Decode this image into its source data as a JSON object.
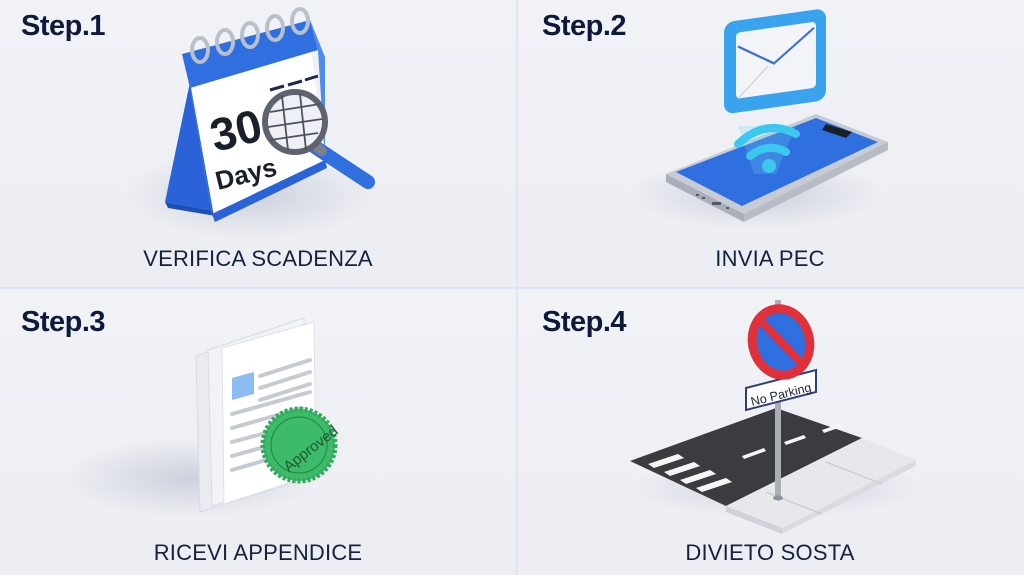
{
  "steps": [
    {
      "title": "Step.1",
      "label": "VERIFICA SCADENZA",
      "illustration": {
        "icon": "calendar-magnifier-icon",
        "calendar_number": "30",
        "calendar_unit": "Days"
      }
    },
    {
      "title": "Step.2",
      "label": "INVIA PEC",
      "illustration": {
        "icon": "phone-email-wifi-icon"
      }
    },
    {
      "title": "Step.3",
      "label": "RICEVI APPENDICE",
      "illustration": {
        "icon": "approved-document-icon",
        "stamp_text": "Approved"
      }
    },
    {
      "title": "Step.4",
      "label": "DIVIETO SOSTA",
      "illustration": {
        "icon": "no-parking-sign-icon",
        "sign_text": "No Parking"
      }
    }
  ],
  "colors": {
    "background": "#eef0f4",
    "divider": "#dbe6f6",
    "title": "#0e1a3a",
    "label": "#16213d",
    "accent_blue": "#2f6fe0",
    "stamp_green": "#3dbb6a",
    "sign_red": "#e0303a"
  }
}
